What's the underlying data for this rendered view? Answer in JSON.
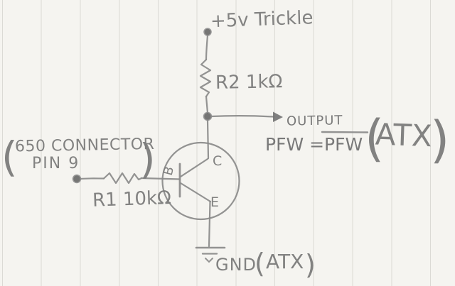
{
  "colors": {
    "paper": "#f5f4f0",
    "ruled_line": "#dbdad5",
    "pencil": "#8a8a8a",
    "pencil_dark": "#5f5f5f",
    "handwriting": "#7c7c7c"
  },
  "schematic": {
    "power_label": "+5v Trickle",
    "r2_label": "R2 1kΩ",
    "output_label": "OUTPUT",
    "pfw_lhs": "PFW =",
    "pfw_rhs_overlined": "PFW",
    "atx_note": "ATX",
    "paren_open": "(",
    "paren_close": ")",
    "connector_line1": "650 CONNECTOR",
    "connector_line2": "PIN 9",
    "r1_label": "R1 10kΩ",
    "transistor": {
      "base": "B",
      "collector": "C",
      "emitter": "E"
    },
    "gnd_label": "GND",
    "gnd_atx_note": "ATX"
  }
}
